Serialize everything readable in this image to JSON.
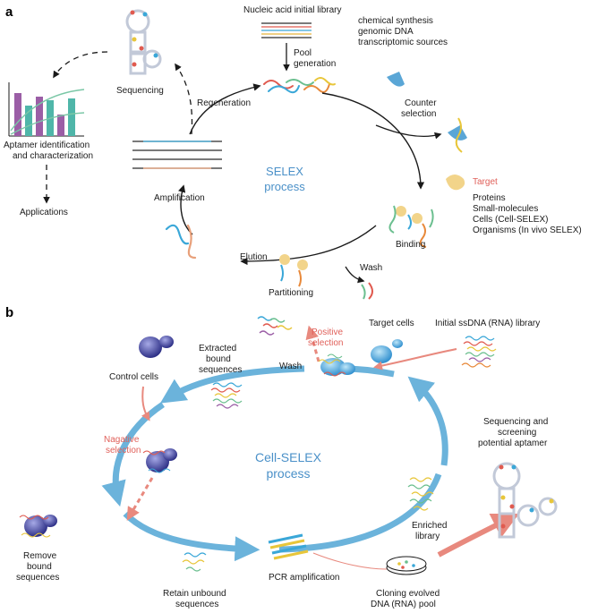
{
  "panel_a": {
    "letter": "a",
    "library_title": "Nucleic acid initial library",
    "pool_generation": [
      "Pool",
      "generation"
    ],
    "sources": [
      "chemical synthesis",
      "genomic DNA",
      "transcriptomic sources"
    ],
    "counter_selection": [
      "Counter",
      "selection"
    ],
    "target_label": "Target",
    "target_types": [
      "Proteins",
      "Small-molecules",
      "Cells (Cell-SELEX)",
      "Organisms (In vivo SELEX)"
    ],
    "binding": "Binding",
    "wash": "Wash",
    "partitioning": "Partitioning",
    "elution": "Elution",
    "amplification": "Amplification",
    "regeneration": "Regeneration",
    "sequencing": "Sequencing",
    "aptamer_id": [
      "Aptamer identification",
      "and characterization"
    ],
    "applications": "Applications",
    "process_title": [
      "SELEX",
      "process"
    ]
  },
  "panel_b": {
    "letter": "b",
    "extracted": [
      "Extracted",
      "bound",
      "sequences"
    ],
    "wash": "Wash",
    "positive_selection": [
      "Positive",
      "selection"
    ],
    "target_cells": "Target cells",
    "initial_library": "Initial ssDNA (RNA) library",
    "control_cells": "Control cells",
    "negative_selection": [
      "Nagative",
      "selection"
    ],
    "sequencing_screening": [
      "Sequencing and",
      "screening",
      "potential aptamer"
    ],
    "process_title": [
      "Cell-SELEX",
      "process"
    ],
    "enriched": [
      "Enriched",
      "library"
    ],
    "remove_bound": [
      "Remove",
      "bound",
      "sequences"
    ],
    "retain_unbound": [
      "Retain unbound",
      "sequences"
    ],
    "pcr": "PCR amplification",
    "cloning": [
      "Cloning evolved",
      "DNA (RNA) pool"
    ]
  },
  "colors": {
    "cycle_arrow_a": "#1a1a1a",
    "cycle_arrow_b": "#6bb3db",
    "pink_arrow": "#e8897e",
    "target_yellow": "#f2d48a",
    "cell_blue": "#4aa3d8",
    "control_purple": "#4a4fa8",
    "highlight_red": "#e0605a",
    "title_blue": "#4a90c8"
  }
}
